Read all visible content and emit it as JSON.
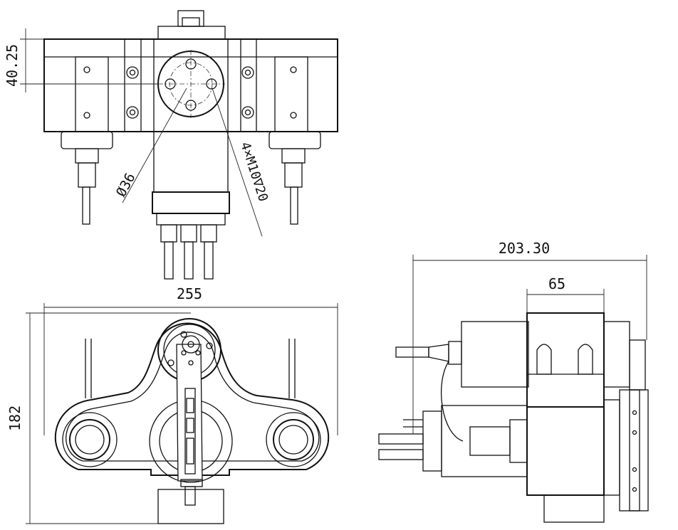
{
  "dimensions": {
    "top_offset": "40.25",
    "bore_diameter": "Ø36",
    "thread_callout": "4×M10∇20",
    "total_width": "255",
    "total_height": "182",
    "total_length": "203.30",
    "housing_length": "65"
  },
  "colors": {
    "line": "#111111",
    "background": "#ffffff"
  }
}
